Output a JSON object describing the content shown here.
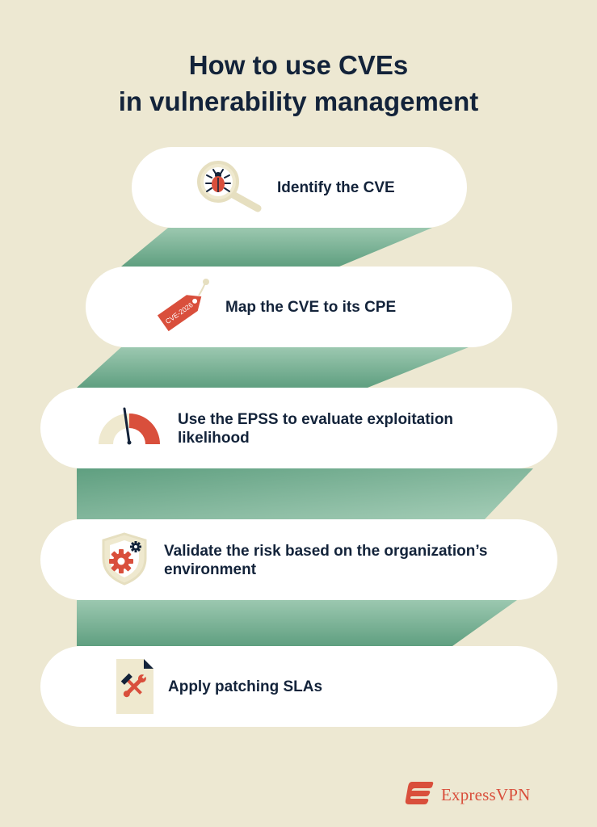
{
  "title": {
    "line1": "How to use CVEs",
    "line2": "in vulnerability management"
  },
  "steps": [
    {
      "label": "Identify the CVE",
      "icon": "magnifier-bug-icon"
    },
    {
      "label": "Map the CVE to its CPE",
      "icon": "tag-icon",
      "tag_text": "CVE-2026"
    },
    {
      "label": "Use the EPSS to evaluate exploitation likelihood",
      "icon": "gauge-icon"
    },
    {
      "label": "Validate the risk based on the organization’s environment",
      "icon": "shield-gear-icon"
    },
    {
      "label": "Apply patching SLAs",
      "icon": "document-tools-icon"
    }
  ],
  "brand": {
    "name": "ExpressVPN",
    "icon": "expressvpn-logo-icon"
  },
  "colors": {
    "background": "#ede8d2",
    "ribbon": "#6fae8f",
    "accent": "#d94f3c",
    "text": "#13233a",
    "icon_cream": "#efe9cf"
  }
}
